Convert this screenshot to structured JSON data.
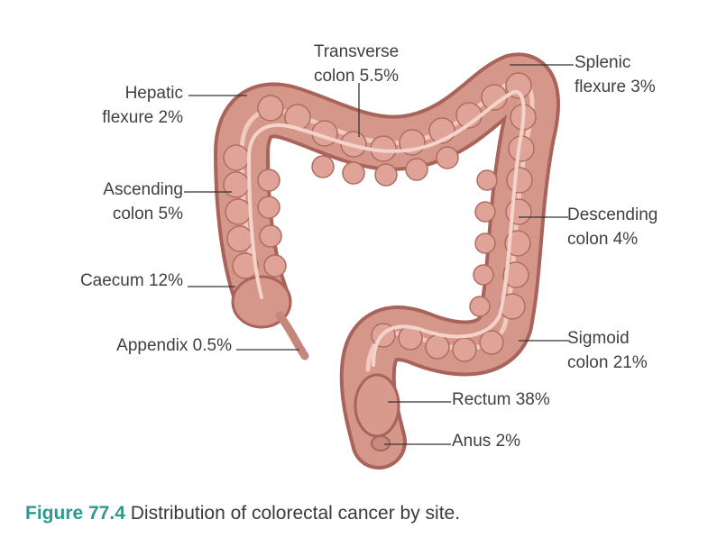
{
  "labels": {
    "hepatic": [
      "Hepatic",
      "flexure 2%"
    ],
    "transverse": [
      "Transverse",
      "colon 5.5%"
    ],
    "splenic": [
      "Splenic",
      "flexure 3%"
    ],
    "ascending": [
      "Ascending",
      "colon 5%"
    ],
    "descending": [
      "Descending",
      "colon 4%"
    ],
    "caecum": "Caecum 12%",
    "appendix": "Appendix 0.5%",
    "sigmoid": [
      "Sigmoid",
      "colon 21%"
    ],
    "rectum": "Rectum 38%",
    "anus": "Anus 2%"
  },
  "caption": {
    "figure_number": "Figure 77.4",
    "text": "Distribution of colorectal cancer by site."
  },
  "colors": {
    "colon": "#d99a8e",
    "colon_dark": "#b4695f",
    "colon_light": "#f2cfc6",
    "caption_accent": "#2e9a8e"
  }
}
